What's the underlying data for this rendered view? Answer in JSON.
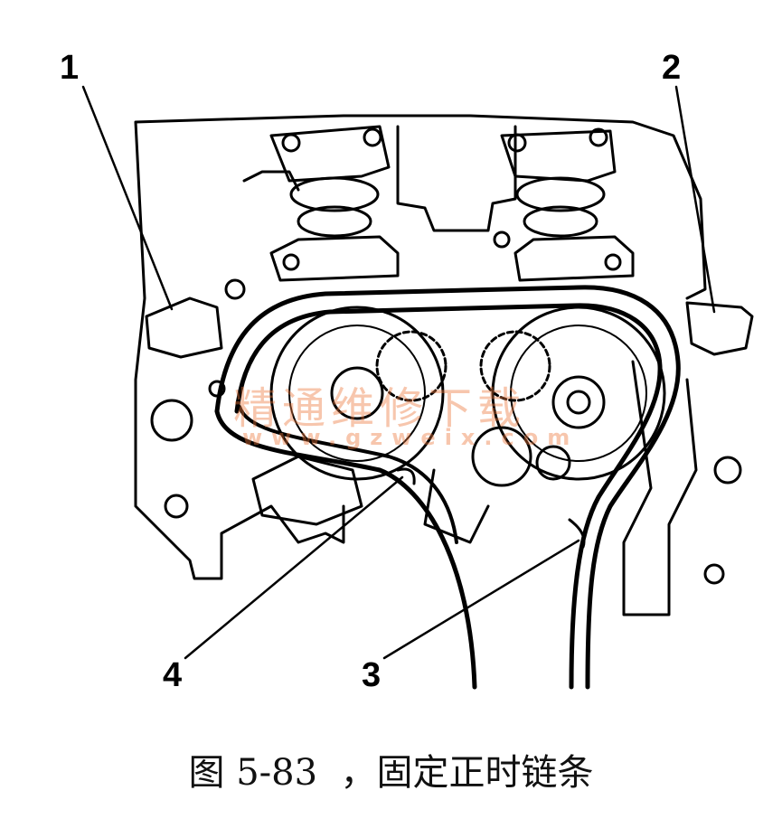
{
  "callouts": [
    "1",
    "2",
    "3",
    "4"
  ],
  "caption": "图 5-83  ，固定正时链条",
  "watermark": {
    "text": "精通维修下载",
    "url": "www.gzweix.com"
  },
  "colors": {
    "line": "#000000",
    "watermark": "#eb783c"
  }
}
